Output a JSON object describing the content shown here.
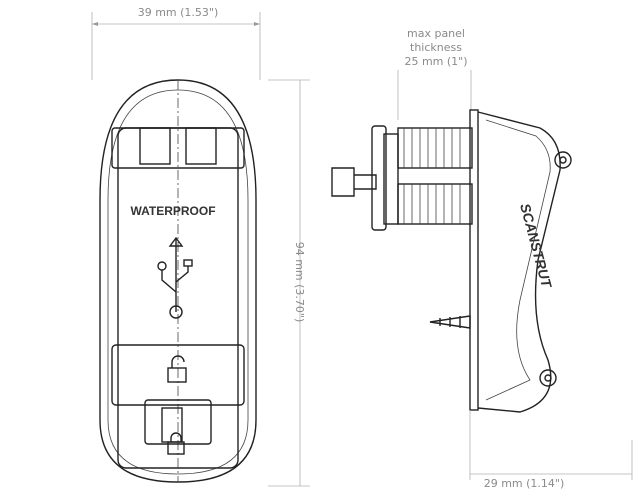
{
  "dimensions": {
    "width": "39 mm (1.53\")",
    "height": "94 mm (3.70\")",
    "depth": "29 mm (1.14\")",
    "panel_line1": "max panel",
    "panel_line2": "thickness",
    "panel_line3": "25 mm (1\")"
  },
  "front_view": {
    "label": "WATERPROOF",
    "icon": "usb-icon"
  },
  "side_view": {
    "brand": "SCANSTRUT"
  }
}
